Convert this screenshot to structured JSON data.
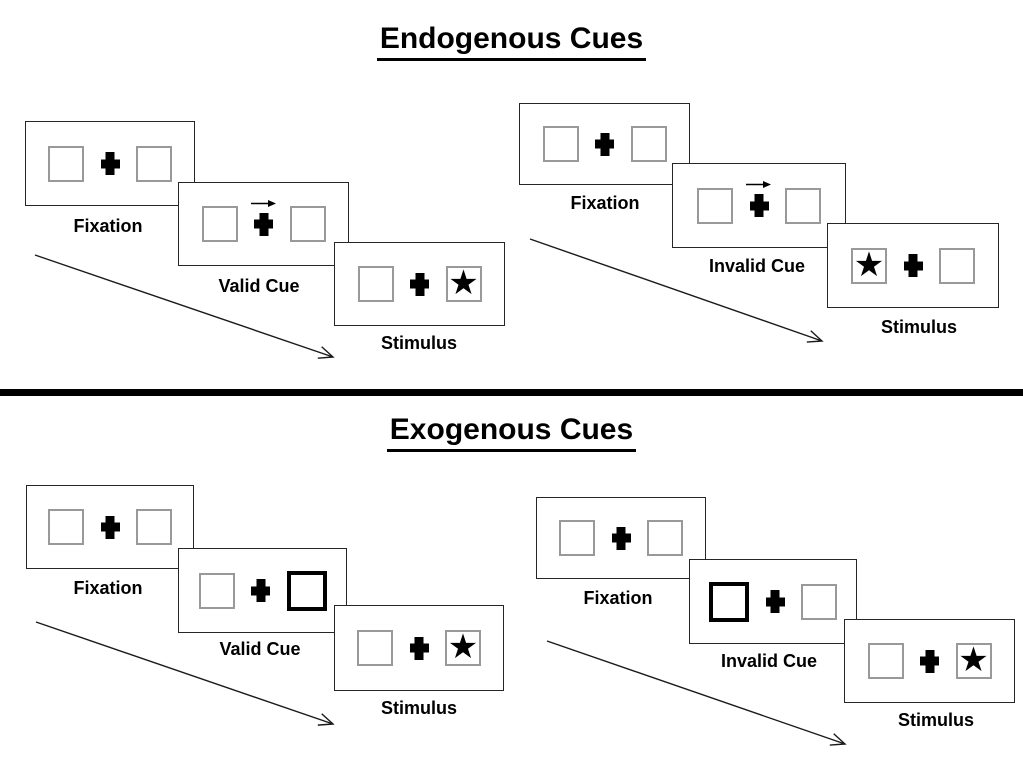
{
  "sections": [
    {
      "id": "endogenous",
      "title": "Endogenous Cues",
      "sequences": [
        {
          "id": "endogenous-valid",
          "cue_type": "central-arrow",
          "cue_direction": "right",
          "stimulus_side": "right",
          "steps": [
            {
              "label": "Fixation"
            },
            {
              "label": "Valid Cue"
            },
            {
              "label": "Stimulus"
            }
          ]
        },
        {
          "id": "endogenous-invalid",
          "cue_type": "central-arrow",
          "cue_direction": "right",
          "stimulus_side": "left",
          "steps": [
            {
              "label": "Fixation"
            },
            {
              "label": "Invalid Cue"
            },
            {
              "label": "Stimulus"
            }
          ]
        }
      ]
    },
    {
      "id": "exogenous",
      "title": "Exogenous Cues",
      "sequences": [
        {
          "id": "exogenous-valid",
          "cue_type": "peripheral-box-highlight",
          "cue_side": "right",
          "stimulus_side": "right",
          "steps": [
            {
              "label": "Fixation"
            },
            {
              "label": "Valid Cue"
            },
            {
              "label": "Stimulus"
            }
          ]
        },
        {
          "id": "exogenous-invalid",
          "cue_type": "peripheral-box-highlight",
          "cue_side": "left",
          "stimulus_side": "right",
          "steps": [
            {
              "label": "Fixation"
            },
            {
              "label": "Invalid Cue"
            },
            {
              "label": "Stimulus"
            }
          ]
        }
      ]
    }
  ],
  "glyphs": {
    "star": "★"
  },
  "colors": {
    "ink": "#000000",
    "panel_border": "#262626",
    "box_border": "#999999",
    "background": "#ffffff"
  }
}
